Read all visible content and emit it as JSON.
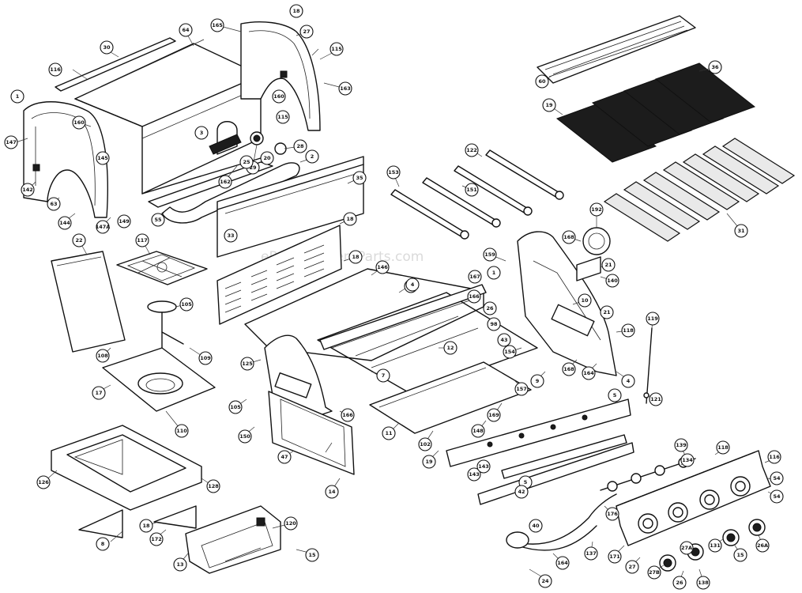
{
  "diagram": {
    "watermark": "eReplacementParts.com",
    "callouts": [
      {
        "id": "c1",
        "label": "116"
      },
      {
        "id": "c2",
        "label": "30"
      },
      {
        "id": "c3",
        "label": "64"
      },
      {
        "id": "c4",
        "label": "165"
      },
      {
        "id": "c5",
        "label": "18"
      },
      {
        "id": "c6",
        "label": "27"
      },
      {
        "id": "c7",
        "label": "115"
      },
      {
        "id": "c8",
        "label": "163"
      },
      {
        "id": "c9",
        "label": "160"
      },
      {
        "id": "c10",
        "label": "115"
      },
      {
        "id": "c11",
        "label": "160"
      },
      {
        "id": "c12",
        "label": "1"
      },
      {
        "id": "c13",
        "label": "147"
      },
      {
        "id": "c14",
        "label": "145"
      },
      {
        "id": "c15",
        "label": "142"
      },
      {
        "id": "c16",
        "label": "63"
      },
      {
        "id": "c17",
        "label": "144"
      },
      {
        "id": "c18",
        "label": "147A"
      },
      {
        "id": "c19",
        "label": "149"
      },
      {
        "id": "c20",
        "label": "55"
      },
      {
        "id": "c21",
        "label": "162"
      },
      {
        "id": "c22",
        "label": "29"
      },
      {
        "id": "c23",
        "label": "20"
      },
      {
        "id": "c24",
        "label": "2"
      },
      {
        "id": "c25",
        "label": "28"
      },
      {
        "id": "c26",
        "label": "3"
      },
      {
        "id": "c27",
        "label": "25"
      },
      {
        "id": "c28",
        "label": "35"
      },
      {
        "id": "c29",
        "label": "18"
      },
      {
        "id": "c30",
        "label": "33"
      },
      {
        "id": "c31",
        "label": "18"
      },
      {
        "id": "c32",
        "label": "146"
      },
      {
        "id": "c33",
        "label": "22"
      },
      {
        "id": "c34",
        "label": "117"
      },
      {
        "id": "c35",
        "label": "105"
      },
      {
        "id": "c36",
        "label": "108"
      },
      {
        "id": "c37",
        "label": "109"
      },
      {
        "id": "c38",
        "label": "17"
      },
      {
        "id": "c39",
        "label": "110"
      },
      {
        "id": "c40",
        "label": "128"
      },
      {
        "id": "c41",
        "label": "126"
      },
      {
        "id": "c42",
        "label": "8"
      },
      {
        "id": "c43",
        "label": "18"
      },
      {
        "id": "c44",
        "label": "172"
      },
      {
        "id": "c45",
        "label": "13"
      },
      {
        "id": "c46",
        "label": "120"
      },
      {
        "id": "c47",
        "label": "15"
      },
      {
        "id": "c48",
        "label": "105"
      },
      {
        "id": "c49",
        "label": "150"
      },
      {
        "id": "c50",
        "label": "125"
      },
      {
        "id": "c51",
        "label": "47"
      },
      {
        "id": "c52",
        "label": "166"
      },
      {
        "id": "c53",
        "label": "14"
      },
      {
        "id": "c54",
        "label": "7"
      },
      {
        "id": "c55",
        "label": "12"
      },
      {
        "id": "c56",
        "label": "11"
      },
      {
        "id": "c57",
        "label": "102"
      },
      {
        "id": "c58",
        "label": "19"
      },
      {
        "id": "c59",
        "label": "8"
      },
      {
        "id": "c60",
        "label": "143"
      },
      {
        "id": "c61",
        "label": "148"
      },
      {
        "id": "c62",
        "label": "169"
      },
      {
        "id": "c63",
        "label": "4"
      },
      {
        "id": "c64",
        "label": "157"
      },
      {
        "id": "c65",
        "label": "154"
      },
      {
        "id": "c66",
        "label": "9"
      },
      {
        "id": "c67",
        "label": "168"
      },
      {
        "id": "c68",
        "label": "164"
      },
      {
        "id": "c69",
        "label": "4"
      },
      {
        "id": "c70",
        "label": "5"
      },
      {
        "id": "c71",
        "label": "21"
      },
      {
        "id": "c72",
        "label": "5"
      },
      {
        "id": "c73",
        "label": "143"
      },
      {
        "id": "c74",
        "label": "118"
      },
      {
        "id": "c75",
        "label": "119"
      },
      {
        "id": "c76",
        "label": "121"
      },
      {
        "id": "c77",
        "label": "122"
      },
      {
        "id": "c78",
        "label": "153"
      },
      {
        "id": "c79",
        "label": "151"
      },
      {
        "id": "c80",
        "label": "159"
      },
      {
        "id": "c81",
        "label": "1"
      },
      {
        "id": "c82",
        "label": "167"
      },
      {
        "id": "c83",
        "label": "166"
      },
      {
        "id": "c84",
        "label": "26"
      },
      {
        "id": "c85",
        "label": "98"
      },
      {
        "id": "c86",
        "label": "43"
      },
      {
        "id": "c87",
        "label": "137"
      },
      {
        "id": "c88",
        "label": "40"
      },
      {
        "id": "c89",
        "label": "164"
      },
      {
        "id": "c90",
        "label": "24"
      },
      {
        "id": "c91",
        "label": "27B"
      },
      {
        "id": "c92",
        "label": "27"
      },
      {
        "id": "c93",
        "label": "27A"
      },
      {
        "id": "c94",
        "label": "26"
      },
      {
        "id": "c95",
        "label": "26A"
      },
      {
        "id": "c96",
        "label": "15"
      },
      {
        "id": "c97",
        "label": "131"
      },
      {
        "id": "c98",
        "label": "116"
      },
      {
        "id": "c99",
        "label": "54"
      },
      {
        "id": "c100",
        "label": "54"
      },
      {
        "id": "c101",
        "label": "118"
      },
      {
        "id": "c102",
        "label": "139"
      },
      {
        "id": "c103",
        "label": "176"
      },
      {
        "id": "c104",
        "label": "171"
      },
      {
        "id": "c105",
        "label": "138"
      },
      {
        "id": "c106",
        "label": "134"
      },
      {
        "id": "c107",
        "label": "10"
      },
      {
        "id": "c108",
        "label": "21"
      },
      {
        "id": "c109",
        "label": "140"
      },
      {
        "id": "c110",
        "label": "168"
      },
      {
        "id": "c111",
        "label": "192"
      },
      {
        "id": "c112",
        "label": "60"
      },
      {
        "id": "c113",
        "label": "36"
      },
      {
        "id": "c114",
        "label": "19"
      },
      {
        "id": "c115",
        "label": "31"
      },
      {
        "id": "c116",
        "label": "42"
      }
    ]
  }
}
